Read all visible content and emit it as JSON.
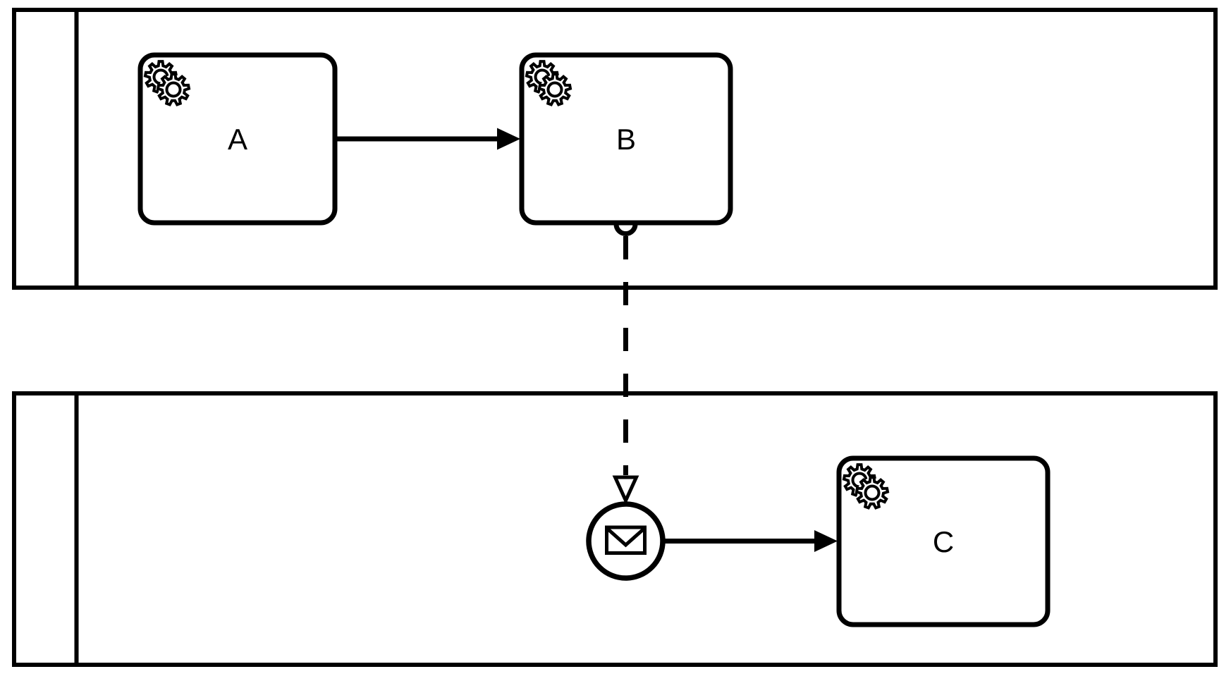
{
  "diagram": {
    "kind": "bpmn-collaboration",
    "pools": [
      {
        "id": "pool-top",
        "label": ""
      },
      {
        "id": "pool-bottom",
        "label": ""
      }
    ],
    "tasks": [
      {
        "id": "A",
        "label": "A",
        "kind": "service-task",
        "pool": "pool-top"
      },
      {
        "id": "B",
        "label": "B",
        "kind": "service-task",
        "pool": "pool-top"
      },
      {
        "id": "C",
        "label": "C",
        "kind": "service-task",
        "pool": "pool-bottom"
      }
    ],
    "events": [
      {
        "id": "message-event",
        "label": "",
        "kind": "message-start-event",
        "pool": "pool-bottom"
      }
    ],
    "flows": [
      {
        "type": "sequence-flow",
        "from": "A",
        "to": "B"
      },
      {
        "type": "message-flow",
        "from": "B",
        "to": "message-event"
      },
      {
        "type": "sequence-flow",
        "from": "message-event",
        "to": "C"
      }
    ]
  },
  "colors": {
    "stroke": "#000000",
    "fill": "#ffffff"
  }
}
